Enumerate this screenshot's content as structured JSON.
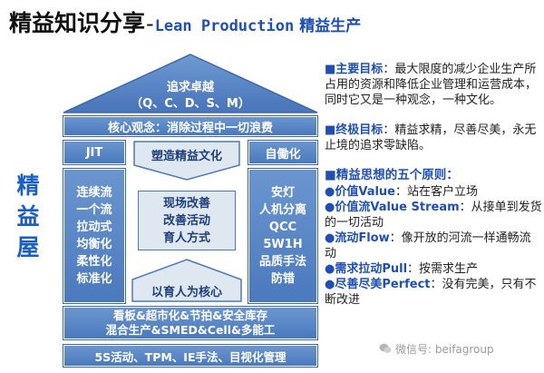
{
  "title": {
    "main": "精益知识分享",
    "dash": "-",
    "english": "Lean Production",
    "chinese": "精益生产"
  },
  "house_label": [
    "精",
    "益",
    "屋"
  ],
  "roof": {
    "line1": "追求卓越",
    "line2": "（Q、C、D、S、M）"
  },
  "core": "核心观念：消除过程中一切浪费",
  "left_tag": "JIT",
  "center_tag": "塑造精益文化",
  "right_tag": "自働化",
  "left_pillar": [
    "连续流",
    "一个流",
    "拉动式",
    "均衡化",
    "柔性化",
    "标准化"
  ],
  "center_box": [
    "现场改善",
    "改善活动",
    "育人方式"
  ],
  "right_pillar": [
    "安灯",
    "人机分离",
    "QCC",
    "5W1H",
    "品质手法",
    "防错"
  ],
  "person_roof": "以育人为核心",
  "base1": {
    "line1": "看板&超市化&节拍&安全库存",
    "line2": "混合生产&SMED&Cell&多能工"
  },
  "base2": "5S活动、TPM、IE手法、目视化管理",
  "right_text": {
    "goal_head": "主要目标",
    "goal_body": "：最大限度的减少企业生产所占用的资源和降低企业管理和运营成本，同时它又是一种观念，一种文化。",
    "final_head": "终极目标",
    "final_body": "：精益求精，尽善尽美，永无止境的追求零缺陷。",
    "principles_head": "精益思想的五个原则",
    "principles_colon": "：",
    "principles": [
      {
        "head": "价值Value",
        "body": "：站在客户立场"
      },
      {
        "head": "价值流Value Stream",
        "body": "：从接单到发货的一切活动"
      },
      {
        "head": "流动Flow",
        "body": "：像开放的河流一样通畅流动"
      },
      {
        "head": "需求拉动Pull",
        "body": "：按需求生产"
      },
      {
        "head": "尽善尽美Perfect",
        "body": "：没有完美，只有不断改进"
      }
    ]
  },
  "watermark": "微信号: beifagroup",
  "colors": {
    "accent_blue": "#1f4fb4",
    "box_blue": "#5a86c6",
    "light_fill": "#dfe7f1"
  }
}
